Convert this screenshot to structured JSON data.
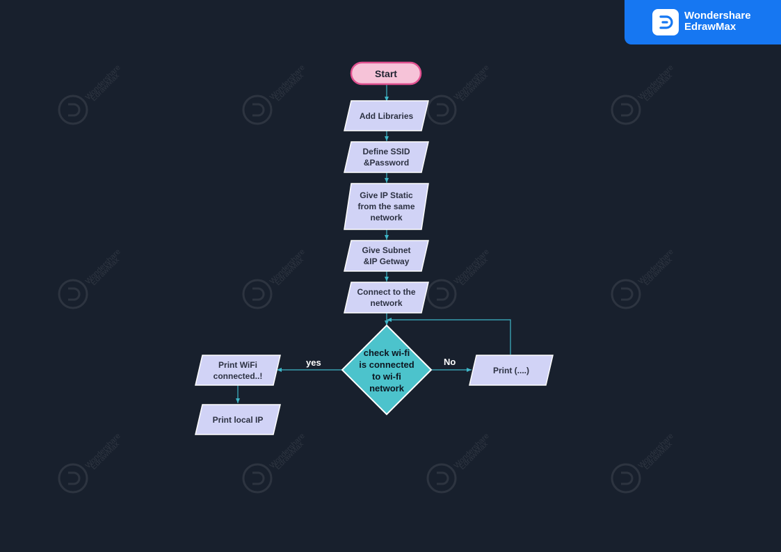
{
  "brand": {
    "line1": "Wondershare",
    "line2": "EdrawMax",
    "icon": "edrawmax-logo-icon",
    "color": "#1677f2"
  },
  "watermark": {
    "line1": "Wondershare",
    "line2": "EdrawMax",
    "icon": "edrawmax-watermark-icon"
  },
  "colors": {
    "background": "#18202d",
    "process_fill": "#d1d3f6",
    "start_fill": "#f6c3d8",
    "start_border": "#e0508f",
    "decision_fill": "#4cc3cc",
    "connector": "#3fb7c8"
  },
  "flowchart": {
    "start": "Start",
    "steps": {
      "add_libraries": "Add Libraries",
      "define_ssid": "Define SSID\n&Password",
      "static_ip": "Give IP Static\nfrom the same\nnetwork",
      "subnet": "Give Subnet\n&IP Getway",
      "connect": "Connect to the\nnetwork"
    },
    "decision": "check wi-fi\nis connected\nto wi-fi\nnetwork",
    "yes_label": "yes",
    "no_label": "No",
    "print_connected": "Print  WiFi\nconnected..!",
    "print_local_ip": "Print  local IP",
    "print_dots": "Print (....)"
  }
}
